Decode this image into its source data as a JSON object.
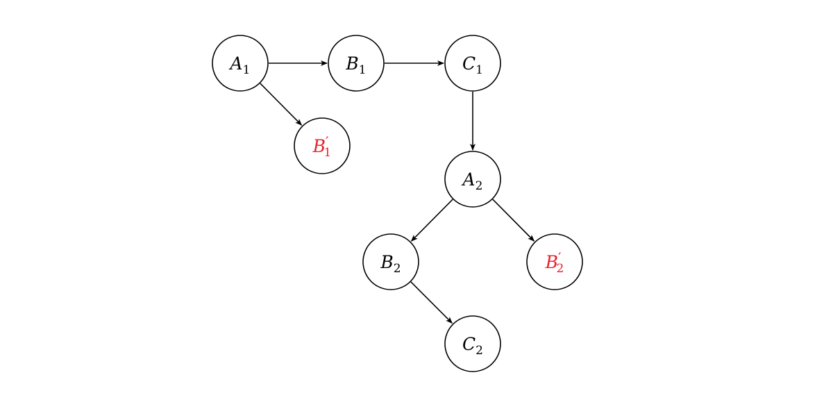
{
  "colors": {
    "default": "#000000",
    "highlight": "#e8202a"
  },
  "nodes": [
    {
      "id": "A1",
      "base": "A",
      "prime": "",
      "sub": "1",
      "highlight": false
    },
    {
      "id": "B1",
      "base": "B",
      "prime": "",
      "sub": "1",
      "highlight": false
    },
    {
      "id": "C1",
      "base": "C",
      "prime": "",
      "sub": "1",
      "highlight": false
    },
    {
      "id": "B1p",
      "base": "B",
      "prime": "′",
      "sub": "1",
      "highlight": true
    },
    {
      "id": "A2",
      "base": "A",
      "prime": "",
      "sub": "2",
      "highlight": false
    },
    {
      "id": "B2",
      "base": "B",
      "prime": "",
      "sub": "2",
      "highlight": false
    },
    {
      "id": "B2p",
      "base": "B",
      "prime": "′",
      "sub": "2",
      "highlight": true
    },
    {
      "id": "C2",
      "base": "C",
      "prime": "",
      "sub": "2",
      "highlight": false
    }
  ],
  "edges": [
    {
      "from": "A1",
      "to": "B1"
    },
    {
      "from": "B1",
      "to": "C1"
    },
    {
      "from": "A1",
      "to": "B1p"
    },
    {
      "from": "C1",
      "to": "A2"
    },
    {
      "from": "A2",
      "to": "B2"
    },
    {
      "from": "A2",
      "to": "B2p"
    },
    {
      "from": "B2",
      "to": "C2"
    }
  ]
}
